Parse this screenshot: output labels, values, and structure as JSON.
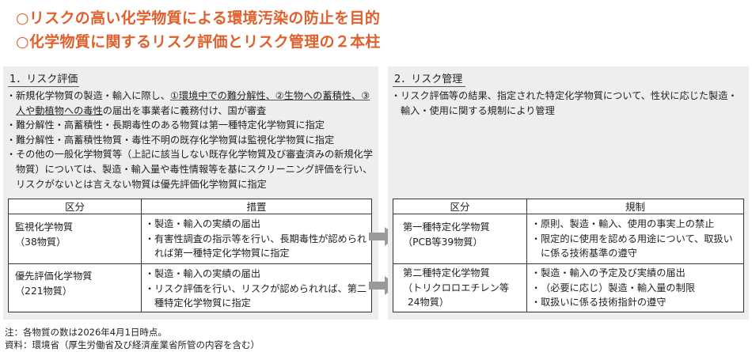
{
  "headlines": [
    "○リスクの高い化学物質による環境汚染の防止を目的",
    "○化学物質に関するリスク評価とリスク管理の２本柱"
  ],
  "left_panel": {
    "title": "1．リスク評価",
    "bullets": [
      {
        "pre": "新規化学物質の製造・輸入に際し、",
        "underlined": "①環境中での難分解性、②生物への蓄積性、③人や動植物への毒性",
        "post": "の届出を事業者に義務付け、国が審査"
      },
      {
        "text": "難分解性・高蓄積性・長期毒性のある物質は第一種特定化学物質に指定"
      },
      {
        "text": "難分解性・高蓄積性物質・毒性不明の既存化学物質は監視化学物質に指定"
      },
      {
        "text": "その他の一般化学物質等（上記に該当しない既存化学物質及び審査済みの新規化学物質）については、製造・輸入量や毒性情報等を基にスクリーニング評価を行い、リスクがないとは言えない物質は優先評価化学物質に指定"
      }
    ],
    "table": {
      "headers": [
        "区分",
        "措置"
      ],
      "rows": [
        {
          "category": [
            "監視化学物質",
            "（38物質）"
          ],
          "measures": [
            "製造・輸入の実績の届出",
            "有害性調査の指示等を行い、長期毒性が認められれば第一種特定化学物質に指定"
          ]
        },
        {
          "category": [
            "優先評価化学物質",
            "（221物質）"
          ],
          "measures": [
            "製造・輸入の実績の届出",
            "リスク評価を行い、リスクが認められれば、第二種特定化学物質に指定"
          ]
        }
      ]
    }
  },
  "right_panel": {
    "title": "2．リスク管理",
    "bullets": [
      {
        "text": "リスク評価等の結果、指定された特定化学物質について、性状に応じた製造・輸入・使用に関する規制により管理"
      }
    ],
    "table": {
      "headers": [
        "区分",
        "規制"
      ],
      "rows": [
        {
          "category": [
            "第一種特定化学物質",
            "（PCB等39物質）"
          ],
          "measures": [
            "原則、製造・輸入、使用の事実上の禁止",
            "限定的に使用を認める用途について、取扱いに係る技術基準の遵守"
          ]
        },
        {
          "category": [
            "第二種特定化学物質",
            "（トリクロロエチレン等",
            "24物質）"
          ],
          "measures": [
            "製造・輸入の予定及び実績の届出",
            "（必要に応じ）製造・輸入量の制限",
            "取扱いに係る技術指針の遵守"
          ]
        }
      ]
    }
  },
  "notes": [
    "注：各物質の数は2026年4月1日時点。",
    "資料：環境省（厚生労働省及び経済産業省所管の内容を含む）"
  ],
  "colors": {
    "headline": "#e0602c",
    "panel_bg": "#eeeeee",
    "arrow": "#9a9a9a"
  }
}
